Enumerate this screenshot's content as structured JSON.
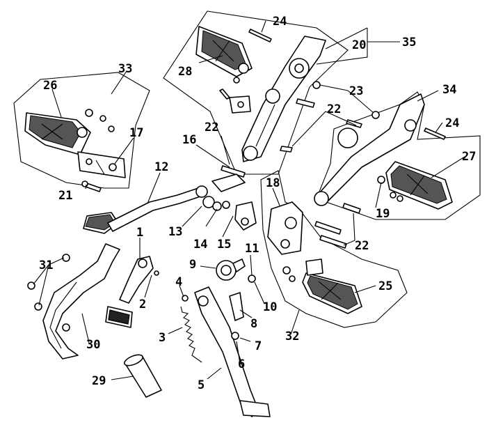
{
  "callouts": [
    {
      "id": "c1",
      "text": "1"
    },
    {
      "id": "c2",
      "text": "2"
    },
    {
      "id": "c3",
      "text": "3"
    },
    {
      "id": "c4",
      "text": "4"
    },
    {
      "id": "c5",
      "text": "5"
    },
    {
      "id": "c6",
      "text": "6"
    },
    {
      "id": "c7",
      "text": "7"
    },
    {
      "id": "c8",
      "text": "8"
    },
    {
      "id": "c9",
      "text": "9"
    },
    {
      "id": "c10",
      "text": "10"
    },
    {
      "id": "c11",
      "text": "11"
    },
    {
      "id": "c12",
      "text": "12"
    },
    {
      "id": "c13",
      "text": "13"
    },
    {
      "id": "c14",
      "text": "14"
    },
    {
      "id": "c15",
      "text": "15"
    },
    {
      "id": "c16",
      "text": "16"
    },
    {
      "id": "c17",
      "text": "17"
    },
    {
      "id": "c18",
      "text": "18"
    },
    {
      "id": "c19",
      "text": "19"
    },
    {
      "id": "c20",
      "text": "20"
    },
    {
      "id": "c21",
      "text": "21"
    },
    {
      "id": "c22a",
      "text": "22"
    },
    {
      "id": "c22b",
      "text": "22"
    },
    {
      "id": "c22c",
      "text": "22"
    },
    {
      "id": "c23",
      "text": "23"
    },
    {
      "id": "c24a",
      "text": "24"
    },
    {
      "id": "c24b",
      "text": "24"
    },
    {
      "id": "c25",
      "text": "25"
    },
    {
      "id": "c26",
      "text": "26"
    },
    {
      "id": "c27",
      "text": "27"
    },
    {
      "id": "c28",
      "text": "28"
    },
    {
      "id": "c29",
      "text": "29"
    },
    {
      "id": "c30",
      "text": "30"
    },
    {
      "id": "c31",
      "text": "31"
    },
    {
      "id": "c32",
      "text": "32"
    },
    {
      "id": "c33",
      "text": "33"
    },
    {
      "id": "c34",
      "text": "34"
    },
    {
      "id": "c35",
      "text": "35"
    }
  ]
}
